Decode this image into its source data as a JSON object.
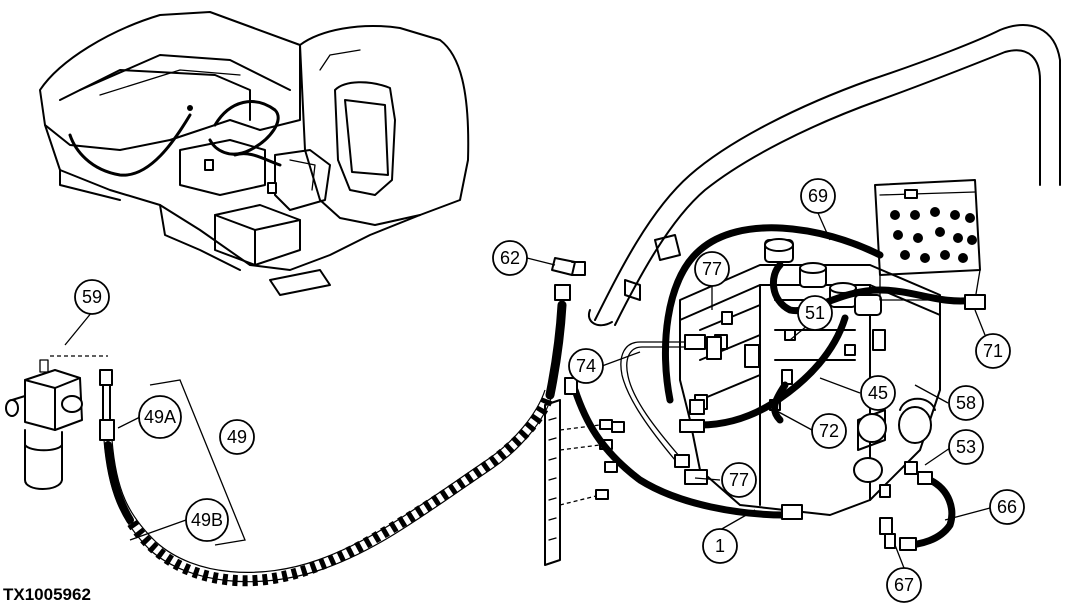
{
  "drawing_code": "TX1005962",
  "callouts": {
    "c59": "59",
    "c49a": "49A",
    "c49": "49",
    "c49b": "49B",
    "c62": "62",
    "c77a": "77",
    "c69": "69",
    "c51": "51",
    "c74": "74",
    "c45": "45",
    "c58": "58",
    "c72": "72",
    "c71": "71",
    "c53": "53",
    "c77b": "77",
    "c66": "66",
    "c1": "1",
    "c67": "67"
  }
}
